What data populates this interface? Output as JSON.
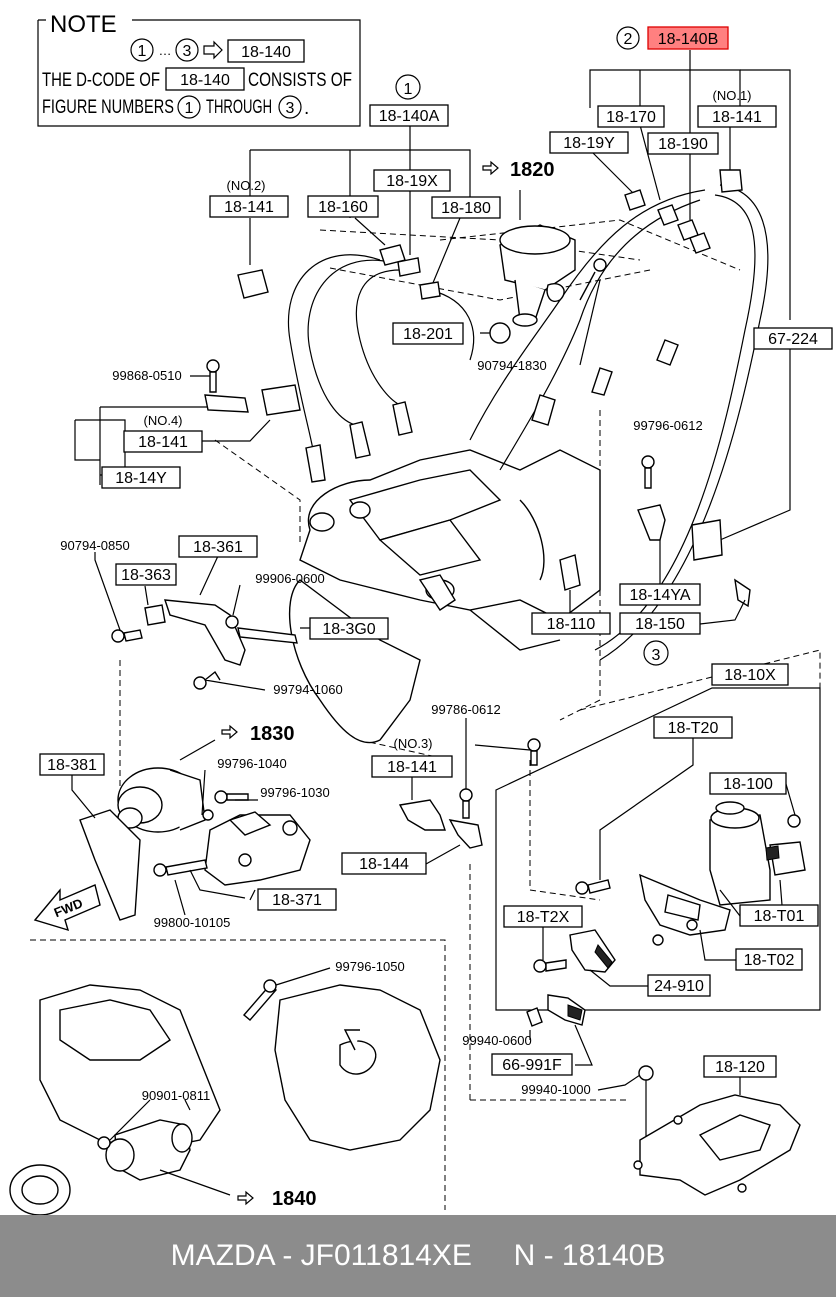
{
  "note": {
    "title": "NOTE",
    "start": "1",
    "dots": "…",
    "end": "3",
    "ref_code": "18-140",
    "line1a": "THE D-CODE OF",
    "line1b": "CONSISTS OF",
    "line2a": "FIGURE NUMBERS",
    "line2b": "THROUGH",
    "period": "."
  },
  "figure_numbers": [
    "1",
    "2",
    "3"
  ],
  "section_refs": [
    "1820",
    "1830",
    "1840"
  ],
  "highlight": {
    "code": "18-140B",
    "color": "#ff8080"
  },
  "part_codes": {
    "c18140A": "18-140A",
    "c18170": "18-170",
    "c18141_no1": "18-141",
    "no1": "(NO.1)",
    "c1819Y": "18-19Y",
    "c18190": "18-190",
    "c1819X": "18-19X",
    "no2": "(NO.2)",
    "c18141_no2": "18-141",
    "c18160": "18-160",
    "c18180": "18-180",
    "c18201": "18-201",
    "c67224": "67-224",
    "no4": "(NO.4)",
    "c18141_no4": "18-141",
    "c1814Y": "18-14Y",
    "c18361": "18-361",
    "c18363": "18-363",
    "c183G0": "18-3G0",
    "c1814YA": "18-14YA",
    "c18110": "18-110",
    "c18150": "18-150",
    "c1810X": "18-10X",
    "c18T20": "18-T20",
    "c18100": "18-100",
    "c18381": "18-381",
    "no3": "(NO.3)",
    "c18141_no3": "18-141",
    "c18144": "18-144",
    "c18371": "18-371",
    "c18T2X": "18-T2X",
    "c18T01": "18-T01",
    "c18T02": "18-T02",
    "c24910": "24-910",
    "c66991F": "66-991F",
    "c18120": "18-120"
  },
  "bolt_codes": {
    "b99868": "99868-0510",
    "b90794a": "90794-1830",
    "b99796_0612": "99796-0612",
    "b90794b": "90794-0850",
    "b99906": "99906-0600",
    "b99794": "99794-1060",
    "b99786": "99786-0612",
    "b99796_1040": "99796-1040",
    "b99796_1030": "99796-1030",
    "b99800": "99800-10105",
    "b99796_1050": "99796-1050",
    "b99940_0600": "99940-0600",
    "b99940_1000": "99940-1000",
    "b90901": "90901-0811"
  },
  "fwd_label": "FWD",
  "footer": {
    "brand": "MAZDA",
    "part_number": "JF011814XE",
    "diagram_code": "N - 18140B",
    "background": "#8c8c8c"
  }
}
